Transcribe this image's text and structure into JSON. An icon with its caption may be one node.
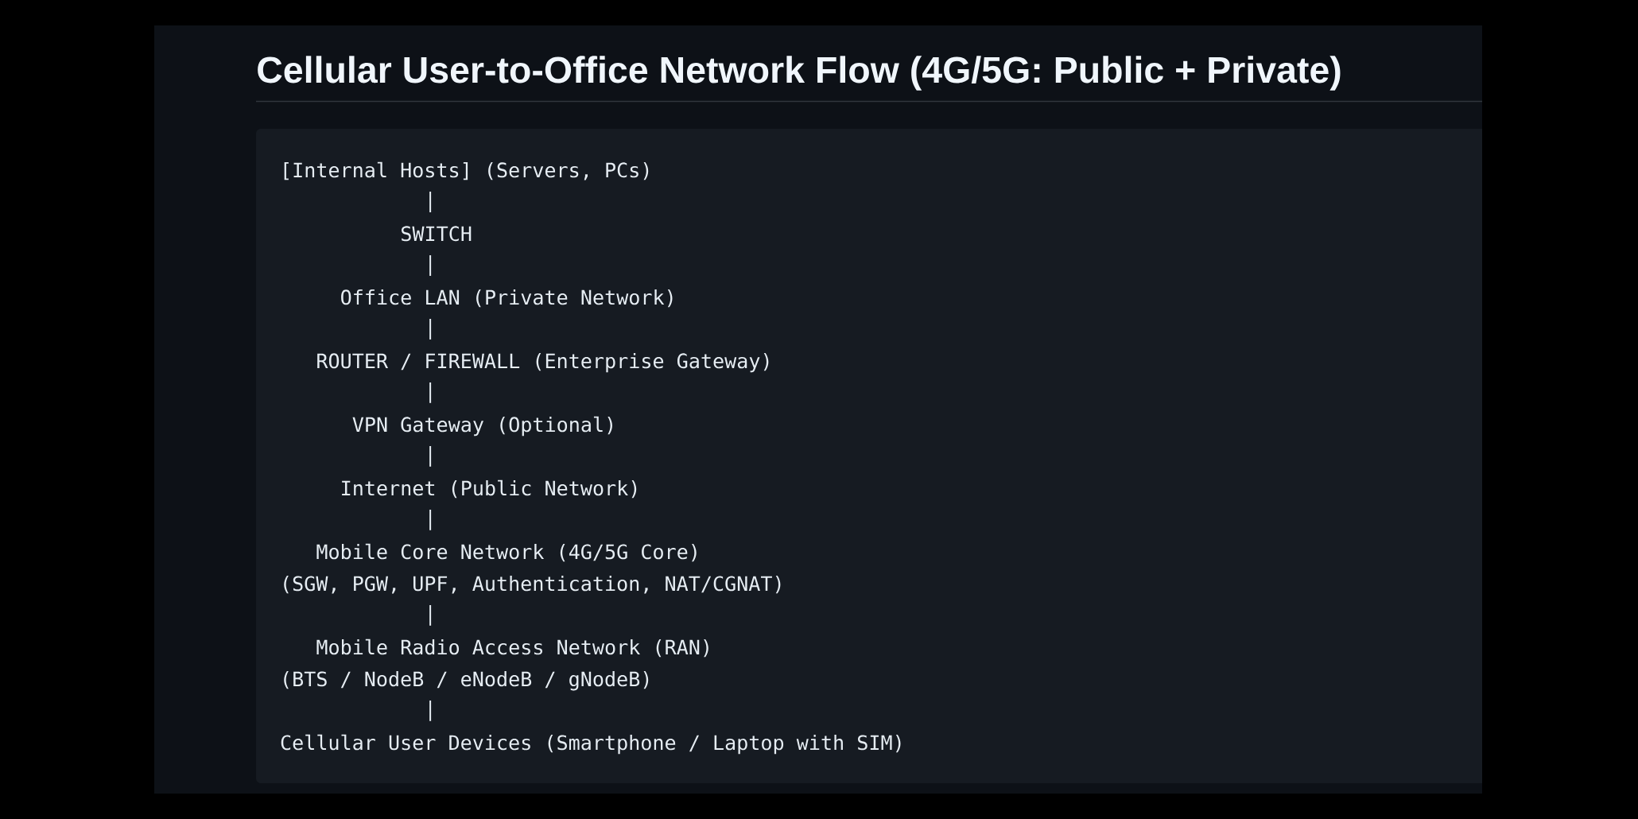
{
  "diagram": {
    "title": "Cellular User-to-Office Network Flow (4G/5G: Public + Private)",
    "nodes": [
      {
        "text": [
          "[Internal Hosts] (Servers, PCs)"
        ]
      },
      {
        "text": [
          "SWITCH"
        ]
      },
      {
        "text": [
          "Office LAN (Private Network)"
        ]
      },
      {
        "text": [
          "ROUTER / FIREWALL (Enterprise Gateway)"
        ]
      },
      {
        "text": [
          "VPN Gateway (Optional)"
        ]
      },
      {
        "text": [
          "Internet (Public Network)"
        ]
      },
      {
        "text": [
          "Mobile Core Network (4G/5G Core)",
          "(SGW, PGW, UPF, Authentication, NAT/CGNAT)"
        ]
      },
      {
        "text": [
          "Mobile Radio Access Network (RAN)",
          "(BTS / NodeB / eNodeB / gNodeB)"
        ]
      },
      {
        "text": [
          "Cellular User Devices (Smartphone / Laptop with SIM)"
        ]
      }
    ],
    "edges": [
      {
        "from": 0,
        "to": 1,
        "arrow": "none"
      },
      {
        "from": 1,
        "to": 2,
        "arrow": "none"
      },
      {
        "from": 2,
        "to": 3,
        "arrow": "none"
      },
      {
        "from": 3,
        "to": 4,
        "arrow": "none"
      },
      {
        "from": 4,
        "to": 5,
        "arrow": "none"
      },
      {
        "from": 5,
        "to": 6,
        "arrow": "none"
      },
      {
        "from": 6,
        "to": 7,
        "arrow": "none"
      },
      {
        "from": 7,
        "to": 8,
        "arrow": "none"
      }
    ]
  }
}
